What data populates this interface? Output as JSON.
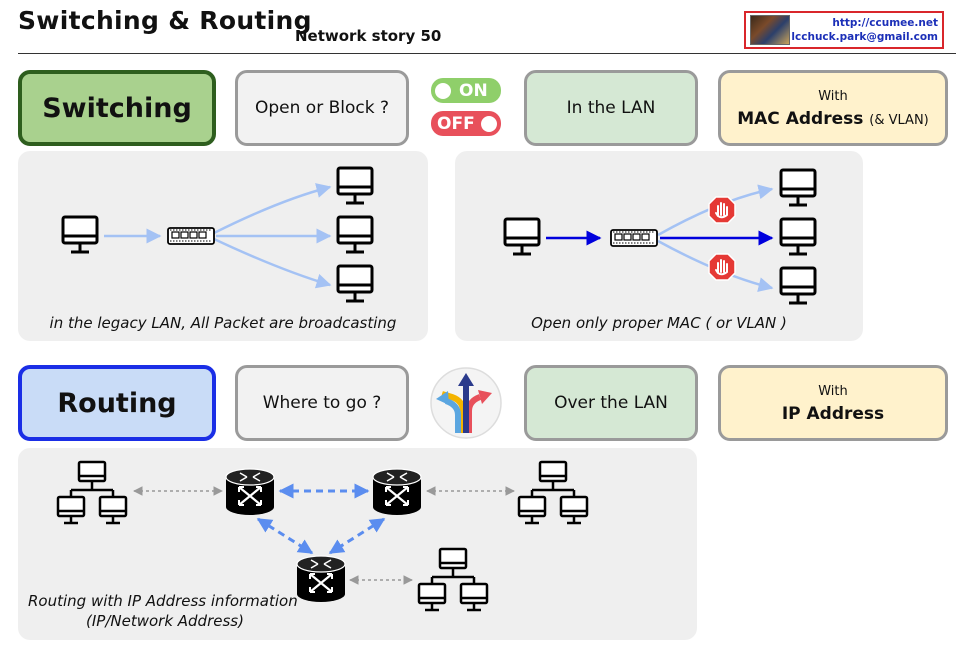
{
  "header": {
    "title": "Switching & Routing",
    "subtitle": "Network story 50",
    "contact_url": "http://ccumee.net",
    "contact_email": "lcchuck.park@gmail.com"
  },
  "switching": {
    "hero": "Switching",
    "question": "Open or Block ?",
    "toggle_on": "ON",
    "toggle_off": "OFF",
    "scope": "In the LAN",
    "with": "With",
    "address": "MAC Address",
    "address_note": "(& VLAN)",
    "legacy_caption": "in the legacy LAN, All Packet are broadcasting",
    "switch_caption": "Open only proper MAC ( or VLAN  )"
  },
  "routing": {
    "hero": "Routing",
    "question": "Where to go ?",
    "scope": "Over the LAN",
    "with": "With",
    "address": "IP Address",
    "caption_line1": "Routing with IP Address information",
    "caption_line2": "(IP/Network Address)"
  },
  "colors": {
    "switching_border": "#2e5e1e",
    "switching_fill": "#a9d18e",
    "routing_border": "#1a2ee6",
    "routing_fill": "#c9dcf7",
    "on_green": "#8fcf6a",
    "off_red": "#e8505b",
    "broadcast_arrow": "#a4c2f4",
    "unicast_arrow": "#0000dd",
    "router_link": "#5b8def"
  }
}
